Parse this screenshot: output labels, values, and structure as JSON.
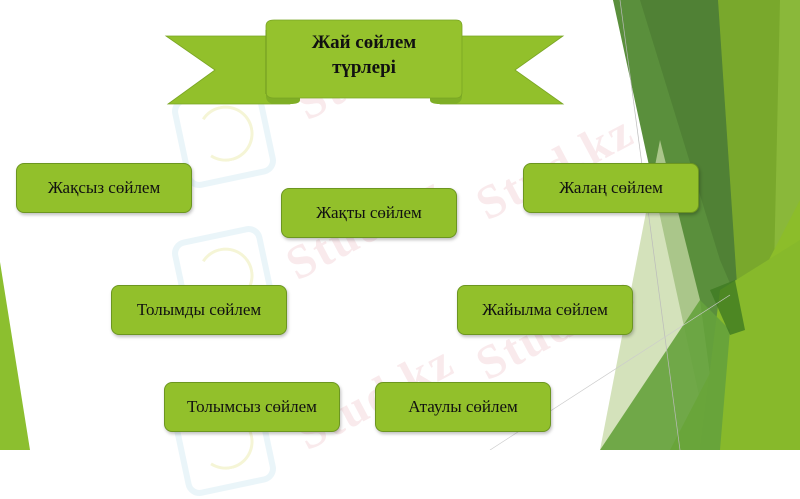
{
  "slide": {
    "title": "Жай сөйлем түрлері",
    "title_line1": "Жай сөйлем",
    "title_line2": "түрлері"
  },
  "boxes": [
    {
      "label": "Жақсыз сөйлем"
    },
    {
      "label": "Жақты сөйлем"
    },
    {
      "label": "Жалаң сөйлем"
    },
    {
      "label": "Толымды сөйлем"
    },
    {
      "label": "Жайылма сөйлем"
    },
    {
      "label": "Толымсыз сөйлем"
    },
    {
      "label": "Атаулы сөйлем"
    }
  ],
  "watermark": {
    "text": "Stud.kz"
  },
  "colors": {
    "box_fill": "#92c02b",
    "box_border": "#6c9620",
    "ribbon_fill": "#92c02b",
    "dark_green": "#4f8a2c",
    "mid_green": "#6aa336",
    "light_green": "#8db832"
  }
}
